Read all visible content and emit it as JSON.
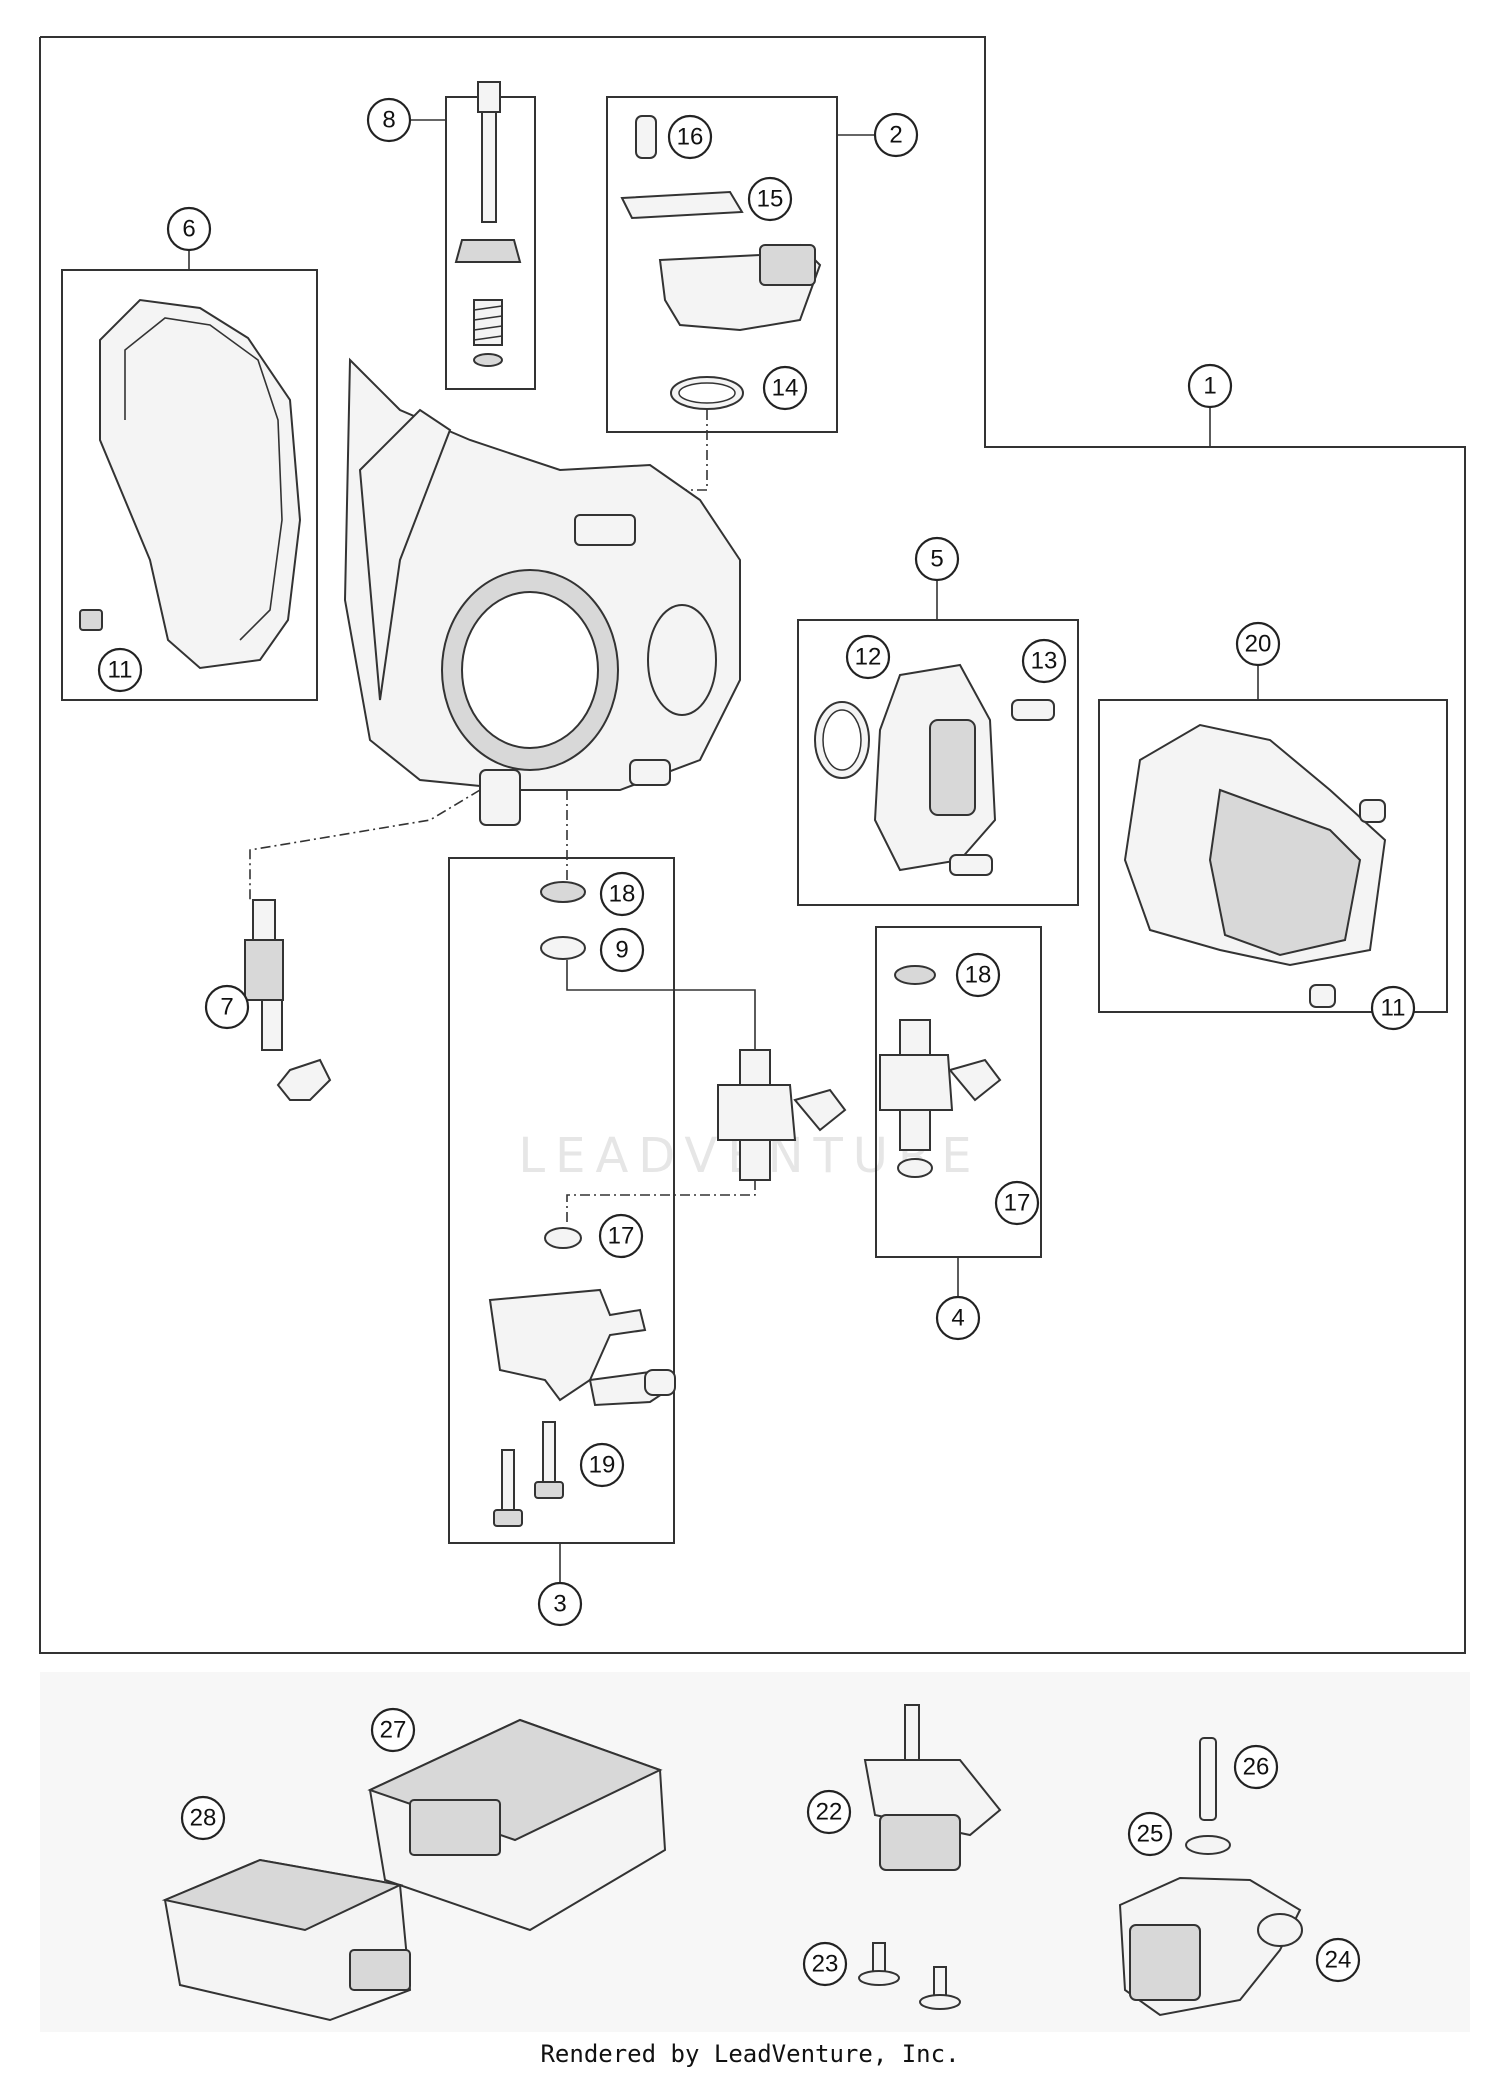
{
  "callouts": {
    "c1": "1",
    "c2": "2",
    "c3": "3",
    "c4": "4",
    "c5": "5",
    "c6": "6",
    "c7": "7",
    "c8": "8",
    "c9": "9",
    "c11a": "11",
    "c11b": "11",
    "c12": "12",
    "c13": "13",
    "c14": "14",
    "c15": "15",
    "c16": "16",
    "c17a": "17",
    "c17b": "17",
    "c18a": "18",
    "c18b": "18",
    "c19": "19",
    "c20": "20",
    "c22": "22",
    "c23": "23",
    "c24": "24",
    "c25": "25",
    "c26": "26",
    "c27": "27",
    "c28": "28"
  },
  "watermark": "LEADVENTURE",
  "footer": {
    "credit": "Rendered by LeadVenture, Inc."
  }
}
